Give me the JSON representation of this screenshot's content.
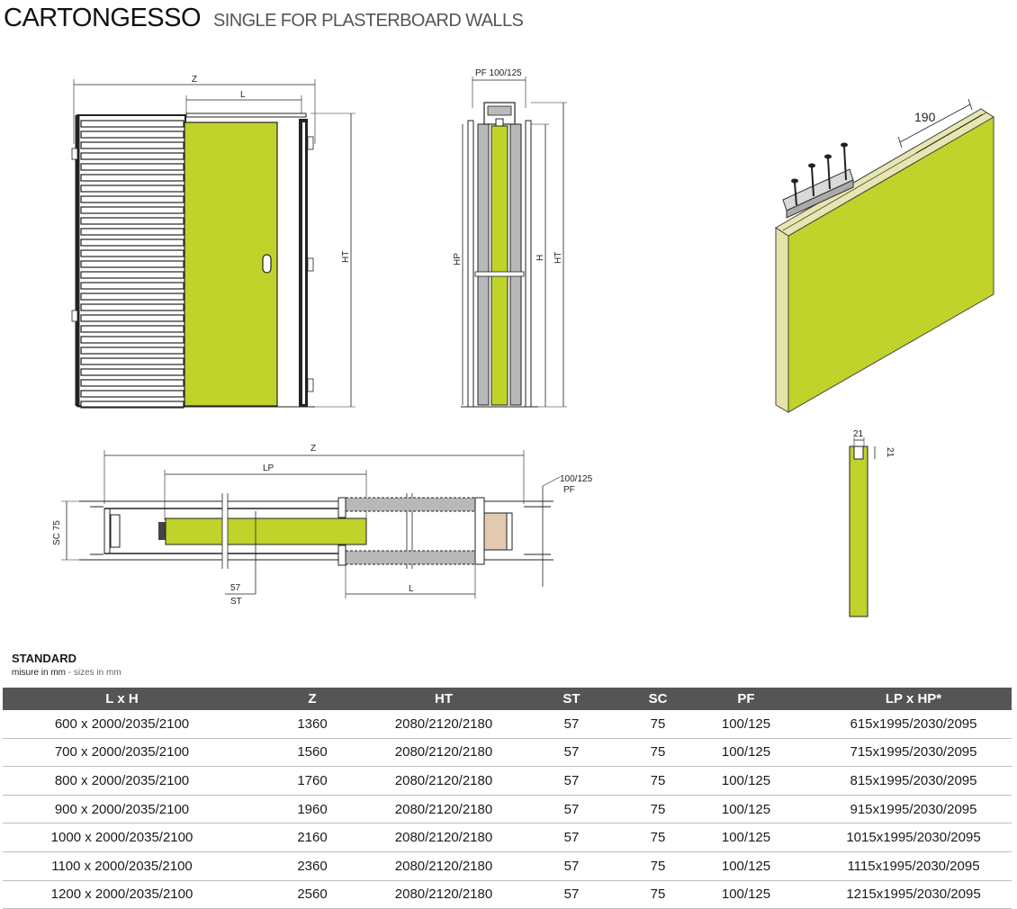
{
  "header": {
    "title": "CARTONGESSO",
    "subtitle": "SINGLE FOR PLASTERBOARD WALLS"
  },
  "drawings": {
    "front": {
      "dim_z": "Z",
      "dim_l": "L",
      "dim_ht": "HT"
    },
    "section": {
      "dim_pf": "PF 100/125",
      "dim_hp": "HP",
      "dim_h": "H",
      "dim_ht": "HT"
    },
    "iso": {
      "dim_190": "190"
    },
    "plan": {
      "dim_z": "Z",
      "dim_lp": "LP",
      "dim_pf": "100/125",
      "dim_pf_label": "PF",
      "dim_sc": "SC 75",
      "dim_st_value": "57",
      "dim_st": "ST",
      "dim_l": "L"
    },
    "profile": {
      "dim_w": "21",
      "dim_h": "21"
    }
  },
  "standard": {
    "title": "STANDARD",
    "subtitle_it": "misure in mm",
    "subtitle_en": " - sizes in mm",
    "columns": [
      "L x H",
      "Z",
      "HT",
      "ST",
      "SC",
      "PF",
      "LP x HP*"
    ],
    "rows": [
      [
        "600 x 2000/2035/2100",
        "1360",
        "2080/2120/2180",
        "57",
        "75",
        "100/125",
        "615x1995/2030/2095"
      ],
      [
        "700 x 2000/2035/2100",
        "1560",
        "2080/2120/2180",
        "57",
        "75",
        "100/125",
        "715x1995/2030/2095"
      ],
      [
        "800 x 2000/2035/2100",
        "1760",
        "2080/2120/2180",
        "57",
        "75",
        "100/125",
        "815x1995/2030/2095"
      ],
      [
        "900 x 2000/2035/2100",
        "1960",
        "2080/2120/2180",
        "57",
        "75",
        "100/125",
        "915x1995/2030/2095"
      ],
      [
        "1000 x 2000/2035/2100",
        "2160",
        "2080/2120/2180",
        "57",
        "75",
        "100/125",
        "1015x1995/2030/2095"
      ],
      [
        "1100 x 2000/2035/2100",
        "2360",
        "2080/2120/2180",
        "57",
        "75",
        "100/125",
        "1115x1995/2030/2095"
      ],
      [
        "1200 x 2000/2035/2100",
        "2560",
        "2080/2120/2180",
        "57",
        "75",
        "100/125",
        "1215x1995/2030/2095"
      ]
    ]
  },
  "colors": {
    "door": "#bfd32a",
    "door_dark": "#e6e3a6",
    "header_bg": "#555555",
    "frame": "#222222",
    "wood": "#e2c9b0",
    "gray": "#b8b8b8"
  }
}
